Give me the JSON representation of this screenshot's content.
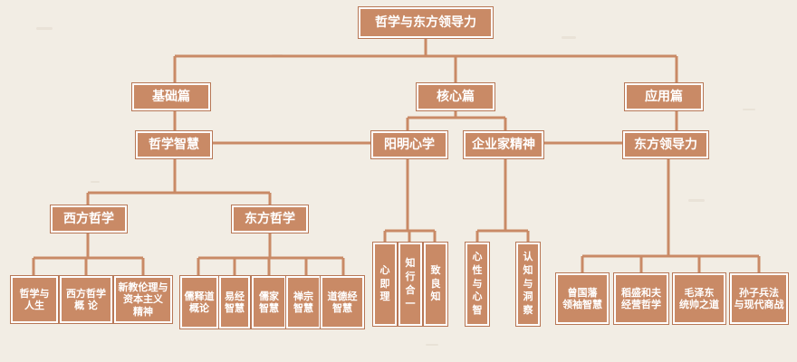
{
  "diagram": {
    "root": "哲学与东方领导力",
    "sections": {
      "basic": "基础篇",
      "core": "核心篇",
      "applied": "应用篇"
    },
    "branches": {
      "philosophy_wisdom": "哲学智慧",
      "yangming": "阳明心学",
      "entrepreneur": "企业家精神",
      "eastern_leadership": "东方领导力",
      "western_philosophy": "西方哲学",
      "eastern_philosophy": "东方哲学"
    },
    "leaves": {
      "western": [
        "哲学与\n人生",
        "西方哲学\n概 论",
        "新教伦理与\n资本主义\n精神"
      ],
      "eastern": [
        "儒释道\n概论",
        "易经\n智慧",
        "儒家\n智慧",
        "禅宗\n智慧",
        "道德经\n智慧"
      ],
      "yangming": [
        "心\n即\n理",
        "知\n行\n合\n一",
        "致\n良\n知"
      ],
      "entrepreneur": [
        "心\n性\n与\n心\n智",
        "认\n知\n与\n洞\n察"
      ],
      "leadership": [
        "曾国藩\n领袖智慧",
        "稻盛和夫\n经营哲学",
        "毛泽东\n统帅之道",
        "孙子兵法\n与现代商战"
      ]
    }
  },
  "colors": {
    "node_fill": "#c98a66",
    "node_text": "#ffffff",
    "connector": "#c98a66",
    "background": "#f2ede4"
  }
}
